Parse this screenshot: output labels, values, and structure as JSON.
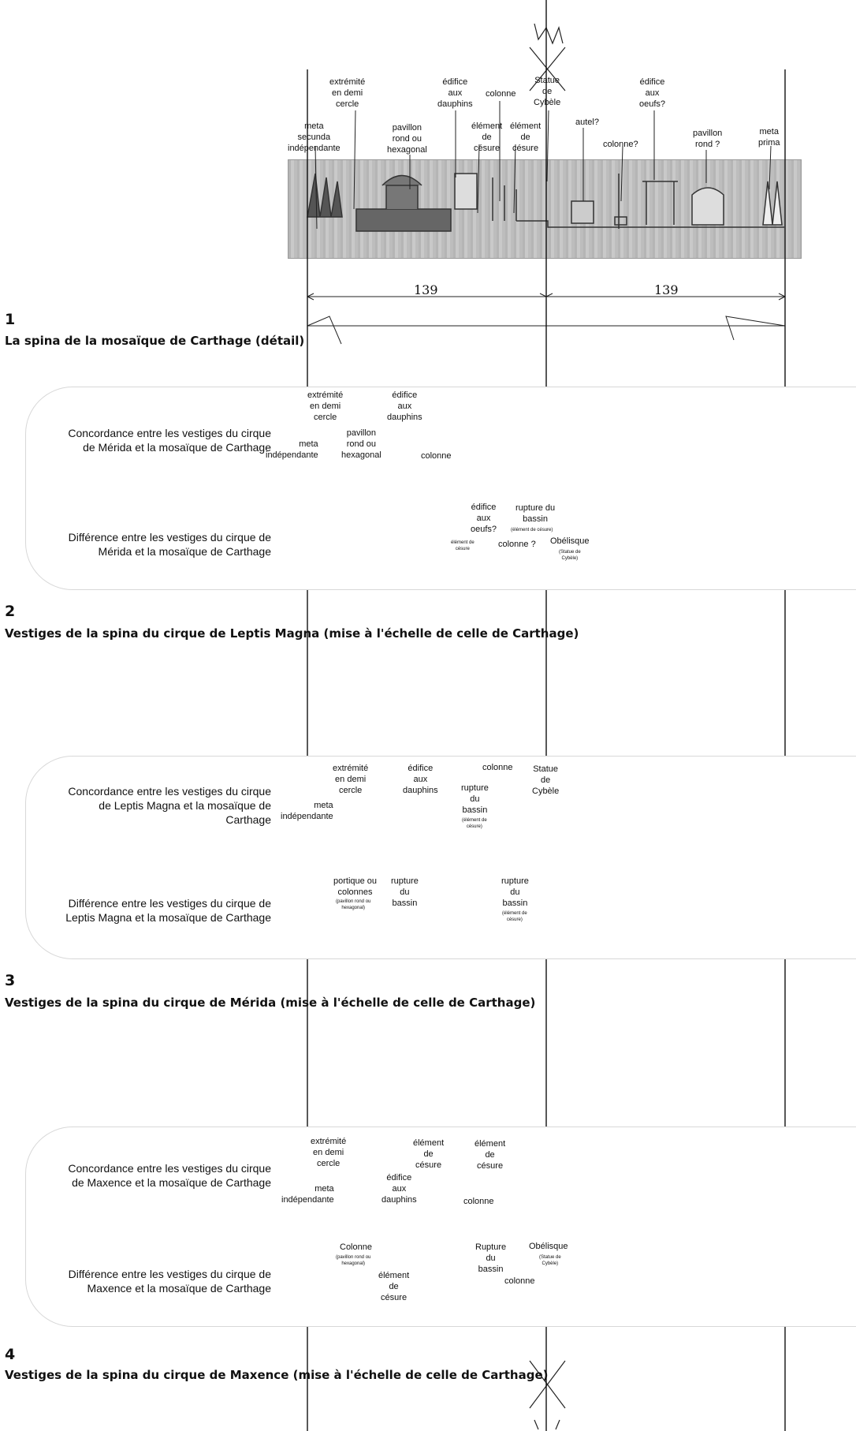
{
  "figure1": {
    "number": "1",
    "title": "La spina de la mosaïque de Carthage (détail)",
    "measure_left": "139",
    "measure_right": "139",
    "labels": {
      "meta_secunda": [
        "meta",
        "secunda",
        "indépendante"
      ],
      "extremite": [
        "extrémité",
        "en demi",
        "cercle"
      ],
      "pavillon": [
        "pavillon",
        "rond ou",
        "hexagonal"
      ],
      "edifice_dauphins": [
        "édifice",
        "aux",
        "dauphins"
      ],
      "colonne": [
        "colonne"
      ],
      "element_cesure_1": [
        "élément",
        "de",
        "césure"
      ],
      "element_cesure_2": [
        "élément",
        "de",
        "césure"
      ],
      "statue": [
        "Statue",
        "de",
        "Cybèle"
      ],
      "autel": [
        "autel?"
      ],
      "colonne_q": [
        "colonne?"
      ],
      "edifice_oeufs": [
        "édifice",
        "aux",
        "oeufs?"
      ],
      "pavillon_rond": [
        "pavillon",
        "rond ?"
      ],
      "meta_prima": [
        "meta",
        "prima"
      ]
    }
  },
  "figure2": {
    "number": "2",
    "title": "Vestiges de la spina du cirque de Leptis Magna (mise à l'échelle de celle de Carthage)",
    "concordance": [
      "Concordance entre les vestiges du cirque",
      "de Mérida et la mosaïque de Carthage"
    ],
    "difference": [
      "Différence entre les vestiges du cirque de",
      "Mérida et la mosaïque de Carthage"
    ],
    "labels": {
      "meta": [
        "meta",
        "indépendante"
      ],
      "extremite": [
        "extrémité",
        "en demi",
        "cercle"
      ],
      "edifice_dauphins": [
        "édifice",
        "aux",
        "dauphins"
      ],
      "pavillon": [
        "pavillon",
        "rond ou",
        "hexagonal"
      ],
      "colonne": [
        "colonne"
      ],
      "edifice_oeufs": [
        "édifice",
        "aux",
        "oeufs?"
      ],
      "element_cesure": [
        "élément de",
        "césure"
      ],
      "rupture": [
        "rupture du",
        "bassin"
      ],
      "rupture_note": "(élément de césure)",
      "colonne_q": [
        "colonne ?"
      ],
      "obelisque": [
        "Obélisque"
      ],
      "obelisque_note": [
        "(Statue de",
        "Cybèle)"
      ]
    }
  },
  "figure3": {
    "number": "3",
    "title": "Vestiges de la spina du cirque de Mérida (mise à l'échelle de celle de Carthage)",
    "concordance": [
      "Concordance entre les vestiges du cirque",
      "de Leptis Magna et la mosaïque de",
      "Carthage"
    ],
    "difference": [
      "Différence entre les vestiges du cirque de",
      "Leptis Magna et la mosaïque de Carthage"
    ],
    "labels": {
      "meta": [
        "meta",
        "indépendante"
      ],
      "extremite": [
        "extrémité",
        "en demi",
        "cercle"
      ],
      "edifice_dauphins": [
        "édifice",
        "aux",
        "dauphins"
      ],
      "colonne": [
        "colonne"
      ],
      "rupture_top": [
        "rupture",
        "du",
        "bassin"
      ],
      "rupture_top_note": [
        "(élément de",
        "césure)"
      ],
      "statue": [
        "Statue",
        "de",
        "Cybèle"
      ],
      "portique": [
        "portique ou",
        "colonnes"
      ],
      "portique_note": [
        "(pavillon rond ou",
        "hexagonal)"
      ],
      "rupture_bassin": [
        "rupture",
        "du",
        "bassin"
      ],
      "rupture_bottom": [
        "rupture",
        "du",
        "bassin"
      ],
      "rupture_bottom_note": [
        "(élément de",
        "césure)"
      ]
    }
  },
  "figure4": {
    "number": "4",
    "title": "Vestiges de la spina du cirque de Maxence (mise à l'échelle de celle de Carthage)",
    "concordance": [
      "Concordance entre les vestiges du cirque",
      "de Maxence et la mosaïque de Carthage"
    ],
    "difference": [
      "Différence entre les vestiges du cirque de",
      "Maxence et la mosaïque de Carthage"
    ],
    "labels": {
      "meta": [
        "meta",
        "indépendante"
      ],
      "extremite": [
        "extrémité",
        "en demi",
        "cercle"
      ],
      "element_cesure_1": [
        "élément",
        "de",
        "césure"
      ],
      "element_cesure_2": [
        "élément",
        "de",
        "césure"
      ],
      "edifice_dauphins": [
        "édifice",
        "aux",
        "dauphins"
      ],
      "colonne": [
        "colonne"
      ],
      "colonne_bottom": [
        "Colonne"
      ],
      "colonne_note": [
        "(pavillon rond ou",
        "hexagonal)"
      ],
      "element_cesure_bottom": [
        "élément",
        "de",
        "césure"
      ],
      "rupture": [
        "Rupture",
        "du",
        "bassin"
      ],
      "obelisque": [
        "Obélisque"
      ],
      "obelisque_note": [
        "(Statue de",
        "Cybèle)"
      ],
      "colonne_2": [
        "colonne"
      ]
    }
  }
}
